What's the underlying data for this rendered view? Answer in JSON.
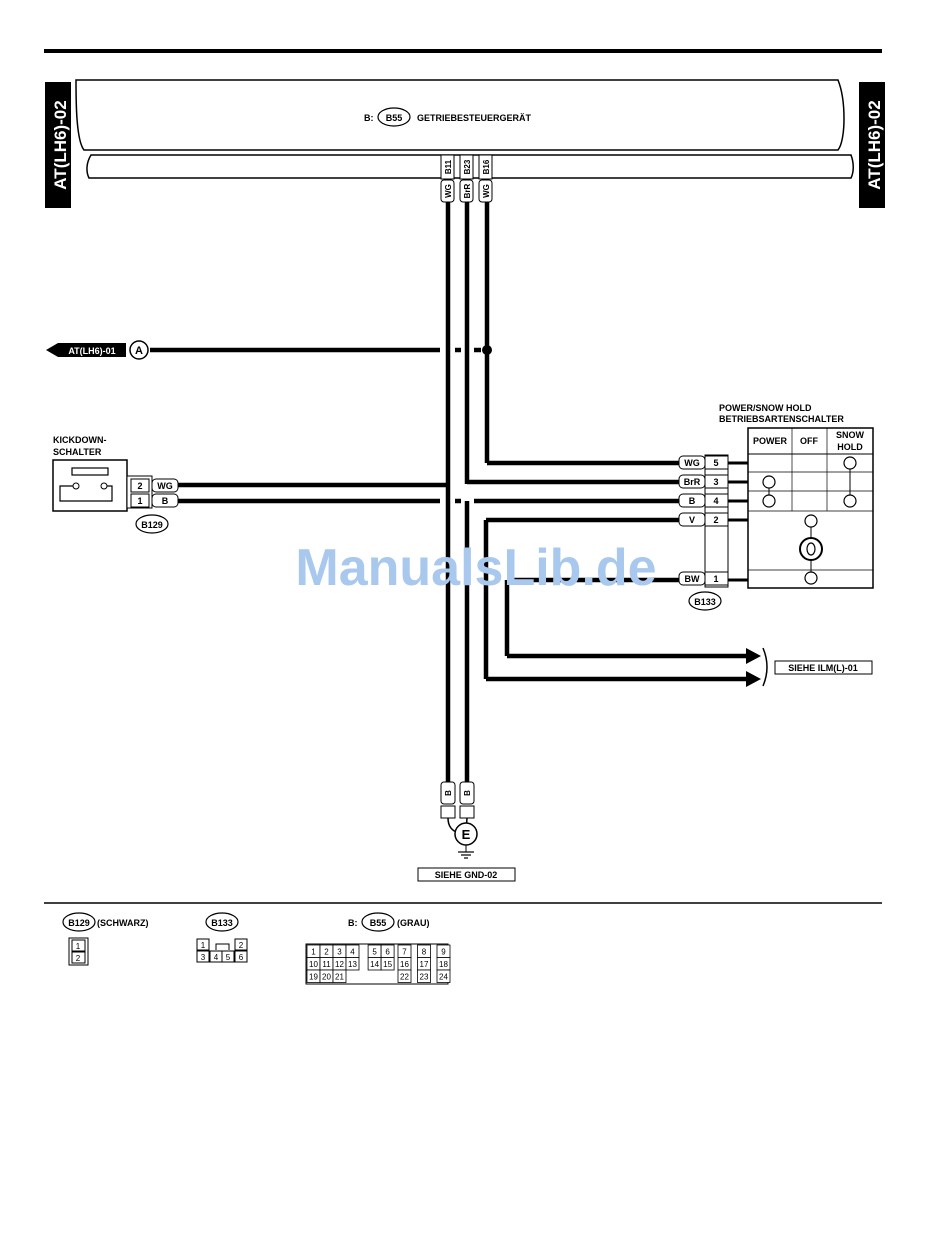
{
  "side_tab": {
    "left": "AT(LH6)-02",
    "right": "AT(LH6)-02"
  },
  "ecu": {
    "prefix": "B:",
    "connector": "B55",
    "name": "GETRIEBESTEUERGERÄT"
  },
  "ecu_pins": [
    {
      "pin": "B11",
      "color": "WG"
    },
    {
      "pin": "B23",
      "color": "BrR"
    },
    {
      "pin": "B16",
      "color": "WG"
    }
  ],
  "ref_in": {
    "label": "AT(LH6)-01",
    "marker": "A"
  },
  "kickdown": {
    "title_line1": "KICKDOWN-",
    "title_line2": "SCHALTER",
    "connector": "B129",
    "pins": [
      {
        "no": "2",
        "color": "WG"
      },
      {
        "no": "1",
        "color": "B"
      }
    ]
  },
  "mode_switch": {
    "title_line1": "POWER/SNOW HOLD",
    "title_line2": "BETRIEBSARTENSCHALTER",
    "columns": [
      "POWER",
      "OFF"
    ],
    "snow_line1": "SNOW",
    "snow_line2": "HOLD",
    "connector": "B133",
    "pins": [
      {
        "no": "5",
        "color": "WG"
      },
      {
        "no": "3",
        "color": "BrR"
      },
      {
        "no": "4",
        "color": "B"
      },
      {
        "no": "2",
        "color": "V"
      },
      {
        "no": "1",
        "color": "BW"
      }
    ]
  },
  "ilm_ref": "SIEHE ILM(L)-01",
  "ground": {
    "marker": "E",
    "wire_colors": [
      "B",
      "B"
    ],
    "ref": "SIEHE GND-02"
  },
  "watermark": "ManualsLib.de",
  "legend": {
    "b129": {
      "connector": "B129",
      "label": "(SCHWARZ)",
      "pins": [
        "1",
        "2"
      ]
    },
    "b133": {
      "connector": "B133",
      "pins": [
        "1",
        "2",
        "3",
        "4",
        "5",
        "6"
      ]
    },
    "b55": {
      "prefix": "B:",
      "connector": "B55",
      "label": "(GRAU)",
      "pins": [
        "1",
        "2",
        "3",
        "4",
        "5",
        "6",
        "7",
        "8",
        "9",
        "10",
        "11",
        "12",
        "13",
        "14",
        "15",
        "16",
        "17",
        "18",
        "19",
        "20",
        "21",
        "22",
        "23",
        "24"
      ]
    }
  }
}
